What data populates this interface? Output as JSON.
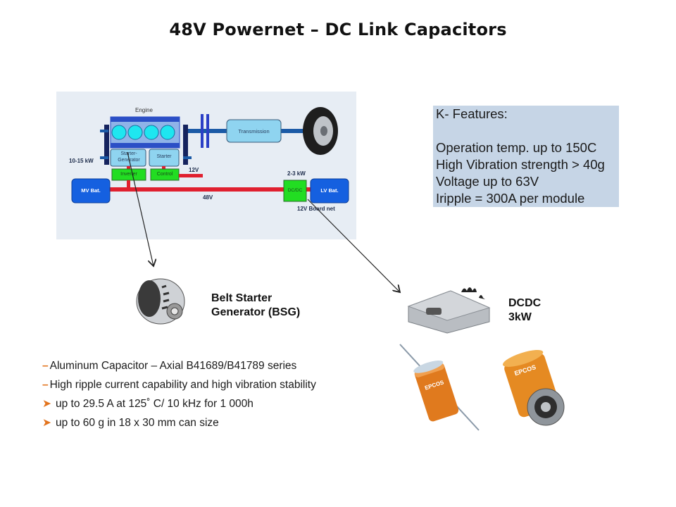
{
  "slide": {
    "title": "48V Powernet – DC Link Capacitors"
  },
  "diagram": {
    "engine_label": "Engine",
    "power_label": "10-15 kW",
    "starter_generator_label": "Starter-Generator",
    "starter_label": "Starter",
    "inverter_label": "Inverter",
    "control_label": "Control",
    "v12_label": "12V",
    "mv_bat_label": "MV Bat.",
    "bus_label": "48V",
    "dcdc_power_label": "2-3 kW",
    "dcdc_label": "DC/DC",
    "lv_bat_label": "LV Bat.",
    "board_net_label": "12V Board net",
    "transmission_label": "Transmission",
    "colors": {
      "bus_red": "#e0202f",
      "converter_green": "#22dd22",
      "battery_blue": "#1560e0",
      "module_lightblue": "#8fd4f0",
      "cylinder_cyan": "#1ee6f0",
      "engine_blue": "#2b4fc6"
    }
  },
  "features": {
    "heading": "K- Features:",
    "items": [
      "Operation temp. up to 150C",
      "High Vibration strength > 40g",
      "Voltage up to 63V",
      "Iripple = 300A per module"
    ]
  },
  "bsg": {
    "line1": "Belt Starter",
    "line2": "Generator (BSG)",
    "icon": "alternator-image"
  },
  "dcdc": {
    "line1": "DCDC",
    "line2": "3kW",
    "icon": "dcdc-module-image"
  },
  "capacitors": {
    "brand_text": "EPCOS",
    "icons": [
      "axial-capacitor-image",
      "can-capacitor-image"
    ],
    "color": "#e07a1e"
  },
  "bullets": [
    {
      "marker": "–",
      "text": "Aluminum Capacitor – Axial  B41689/B41789 series"
    },
    {
      "marker": "–",
      "text": "High ripple current capability and high vibration stability"
    },
    {
      "marker": "➤",
      "text": "up to 29.5 A at 125˚  C/ 10 kHz for 1 000h"
    },
    {
      "marker": "➤",
      "text": "up to 60 g in 18 x  30 mm can size"
    }
  ]
}
